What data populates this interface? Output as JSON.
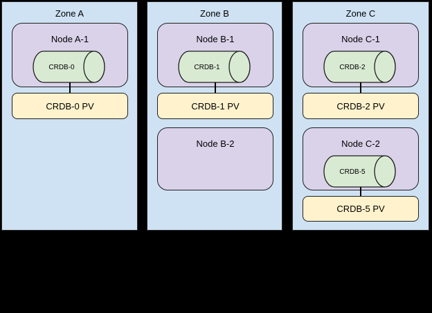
{
  "palette": {
    "background": "#000000",
    "zone_fill": "#cfe2f3",
    "zone_border": "#2b2b2b",
    "node_fill": "#d9d2e9",
    "node_border": "#1f1f1f",
    "cylinder_fill": "#d9ead3",
    "cylinder_border": "#1f1f1f",
    "pv_fill": "#fff2cc",
    "pv_border": "#1f1f1f",
    "text": "#000000"
  },
  "zones": [
    {
      "label": "Zone A",
      "nodes": [
        {
          "label": "Node A-1",
          "cylinder": "CRDB-0",
          "pv": "CRDB-0 PV"
        }
      ]
    },
    {
      "label": "Zone B",
      "nodes": [
        {
          "label": "Node B-1",
          "cylinder": "CRDB-1",
          "pv": "CRDB-1 PV"
        },
        {
          "label": "Node B-2"
        }
      ]
    },
    {
      "label": "Zone C",
      "nodes": [
        {
          "label": "Node C-1",
          "cylinder": "CRDB-2",
          "pv": "CRDB-2 PV"
        },
        {
          "label": "Node C-2",
          "cylinder": "CRDB-5",
          "pv": "CRDB-5 PV"
        }
      ]
    }
  ]
}
